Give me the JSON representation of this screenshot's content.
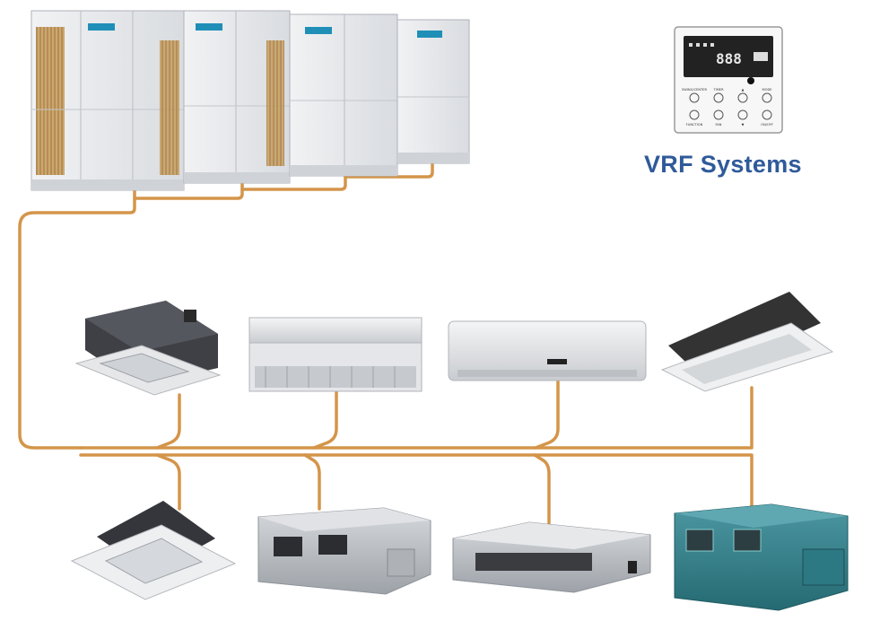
{
  "title": "VRF Systems",
  "colors": {
    "pipe": "#d4954a",
    "title": "#2f5a9a",
    "outdoor_unit": "#e4e6e9",
    "ducted_unit_teal": "#2f7f8a"
  },
  "controller": {
    "display_digits": "888",
    "buttons_row1": [
      "SWING/CENTER",
      "TIMER",
      "▲",
      "MODE"
    ],
    "buttons_row2": [
      "FUNCTION",
      "FAN",
      "▼",
      "ON/OFF"
    ]
  }
}
